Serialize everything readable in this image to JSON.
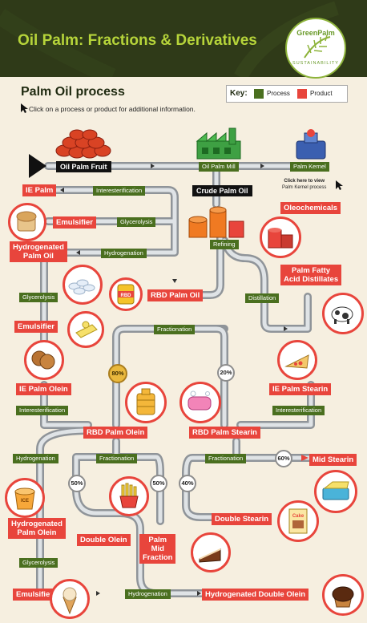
{
  "header": {
    "title": "Oil Palm: Fractions & Derivatives",
    "logo_top": "GreenPalm",
    "logo_bottom": "SUSTAINABILITY"
  },
  "section": {
    "title": "Palm Oil process",
    "instruction": "Click on a process or product for additional information."
  },
  "key": {
    "title": "Key:",
    "process_label": "Process",
    "product_label": "Product",
    "process_color": "#4a6f1f",
    "product_color": "#e8453c"
  },
  "nodes": {
    "oil_palm_fruit": "Oil Palm Fruit",
    "oil_palm_mill": "Oil Palm Mill",
    "palm_kernel": "Palm Kernel",
    "palm_kernel_note_1": "Click here to view",
    "palm_kernel_note_2": "Palm Kernel process",
    "ie_palm": "IE Palm",
    "interesterification_1": "Interesterification",
    "crude_palm_oil": "Crude Palm Oil",
    "emulsifier_1": "Emulsifier",
    "glycerolysis_1": "Glycerolysis",
    "oleochemicals": "Oleochemicals",
    "refining": "Refining",
    "hydrogenated_palm_oil_1": "Hydrogenated",
    "hydrogenated_palm_oil_2": "Palm Oil",
    "hydrogenation_1": "Hydrogenation",
    "pfad_1": "Palm Fatty",
    "pfad_2": "Acid Distillates",
    "glycerolysis_2": "Glycerolysis",
    "rbd_palm_oil": "RBD Palm Oil",
    "distillation": "Distillation",
    "emulsifier_2": "Emulsifier",
    "fractionation_1": "Fractionation",
    "pct_80": "80%",
    "pct_20": "20%",
    "ie_palm_olein": "IE Palm Olein",
    "ie_palm_stearin": "IE Palm Stearin",
    "interesterification_2": "Interesterification",
    "interesterification_3": "Interesterification",
    "rbd_palm_olein": "RBD Palm Olein",
    "rbd_palm_stearin": "RBD Palm Stearin",
    "hydrogenation_2": "Hydrogenation",
    "fractionation_2": "Fractionation",
    "fractionation_3": "Fractionation",
    "pct_60": "60%",
    "mid_stearin": "Mid Stearin",
    "pct_50a": "50%",
    "pct_50b": "50%",
    "pct_40": "40%",
    "hydrogenated_palm_olein_1": "Hydrogenated",
    "hydrogenated_palm_olein_2": "Palm Olein",
    "double_olein": "Double Olein",
    "palm_mid_fraction_1": "Palm",
    "palm_mid_fraction_2": "Mid",
    "palm_mid_fraction_3": "Fraction",
    "double_stearin": "Double Stearin",
    "glycerolysis_3": "Glycerolysis",
    "emulsifier_3": "Emulsifier",
    "hydrogenation_3": "Hydrogenation",
    "hydrogenated_double_olein": "Hydrogenated Double Olein",
    "ice_label": "ICE",
    "rbd_can_label": "RBD",
    "cake_box_label": "Cake"
  }
}
